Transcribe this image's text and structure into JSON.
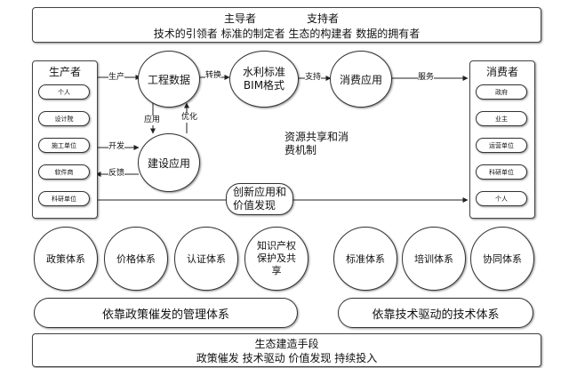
{
  "top_banner": {
    "line1_left": "主导者",
    "line1_right": "支持者",
    "line2": "技术的引领者 标准的制定者 生态的构建者 数据的拥有者"
  },
  "producer": {
    "title": "生产者",
    "items": [
      "个人",
      "设计院",
      "施工单位",
      "软件商",
      "科研单位"
    ]
  },
  "consumer": {
    "title": "消费者",
    "items": [
      "政府",
      "业主",
      "运营单位",
      "科研单位",
      "个人"
    ]
  },
  "circles": {
    "engineering_data": "工程数据",
    "bim_format": "水利标准\nBIM格式",
    "consumer_app": "消费应用",
    "construction_app": "建设应用",
    "innovation": "创新应用和\n价值发现"
  },
  "arrow_labels": {
    "produce": "生产",
    "convert": "转换",
    "support": "支持",
    "service": "服务",
    "apply": "应用",
    "optimize": "优化",
    "develop": "开发",
    "feedback": "反馈"
  },
  "center_text": "资源共享和消\n费机制",
  "systems_left": [
    "政策体系",
    "价格体系",
    "认证体系",
    "知识产权\n保护及共\n享"
  ],
  "systems_right": [
    "标准体系",
    "培训体系",
    "协同体系"
  ],
  "bands": {
    "policy": "依靠政策催发的管理体系",
    "tech": "依靠技术驱动的技术体系"
  },
  "bottom_banner": {
    "line1": "生态建造手段",
    "line2": "政策催发 技术驱动 价值发现 持续投入"
  }
}
